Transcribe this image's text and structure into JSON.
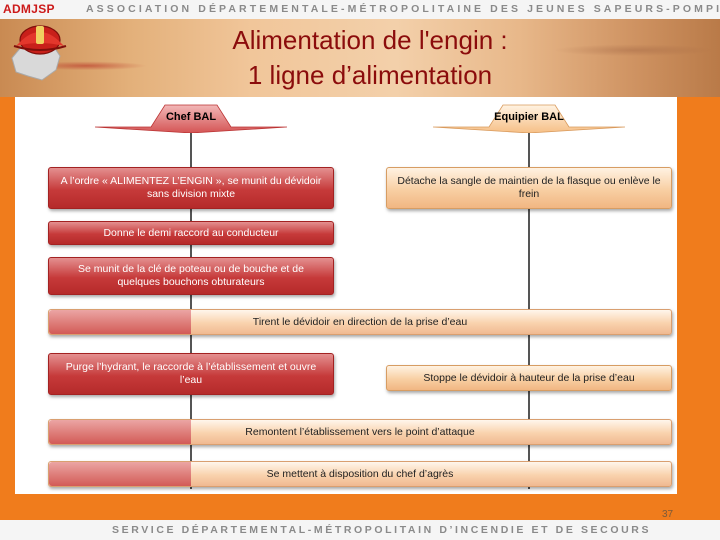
{
  "header": {
    "logo_text": "ADMJSP",
    "org_name": "ASSOCIATION DÉPARTEMENTALE-MÉTROPOLITAINE DES JEUNES SAPEURS-POMPIERS"
  },
  "title": {
    "line1": "Alimentation de l'engin :",
    "line2": "1 ligne d’alimentation"
  },
  "diagram": {
    "roles": {
      "chef": "Chef BAL",
      "equipier": "Equipier BAL"
    },
    "steps": [
      {
        "id": "step1-chef",
        "text": "A l’ordre « ALIMENTEZ L’ENGIN », se munit du dévidoir sans division mixte"
      },
      {
        "id": "step1-equipier",
        "text": "Détache la sangle de maintien de la flasque ou enlève le frein"
      },
      {
        "id": "step2-chef",
        "text": "Donne le demi raccord au conducteur"
      },
      {
        "id": "step3-chef",
        "text": "Se munit de la clé de poteau ou de bouche et de quelques bouchons obturateurs"
      },
      {
        "id": "step4-both",
        "text": "Tirent le dévidoir en direction de la prise d’eau"
      },
      {
        "id": "step5-chef",
        "text": "Purge l’hydrant, le raccorde à l’établissement et ouvre l’eau"
      },
      {
        "id": "step5-equipier",
        "text": "Stoppe le dévidoir à hauteur de la prise d’eau"
      },
      {
        "id": "step6-both",
        "text": "Remontent l’établissement vers le point d’attaque"
      },
      {
        "id": "step7-both",
        "text": "Se mettent à disposition du chef d’agrès"
      }
    ]
  },
  "page_number": "37",
  "footer": {
    "text": "SERVICE DÉPARTEMENTAL-MÉTROPOLITAIN D’INCENDIE ET DE SECOURS"
  },
  "colors": {
    "background": "#f07c1c",
    "title": "#8b0c0c",
    "chef_box": "#c63a3a",
    "equipier_box": "#f8cfa3"
  },
  "icons": {
    "logo": "firefighter-helmet-emblem"
  }
}
